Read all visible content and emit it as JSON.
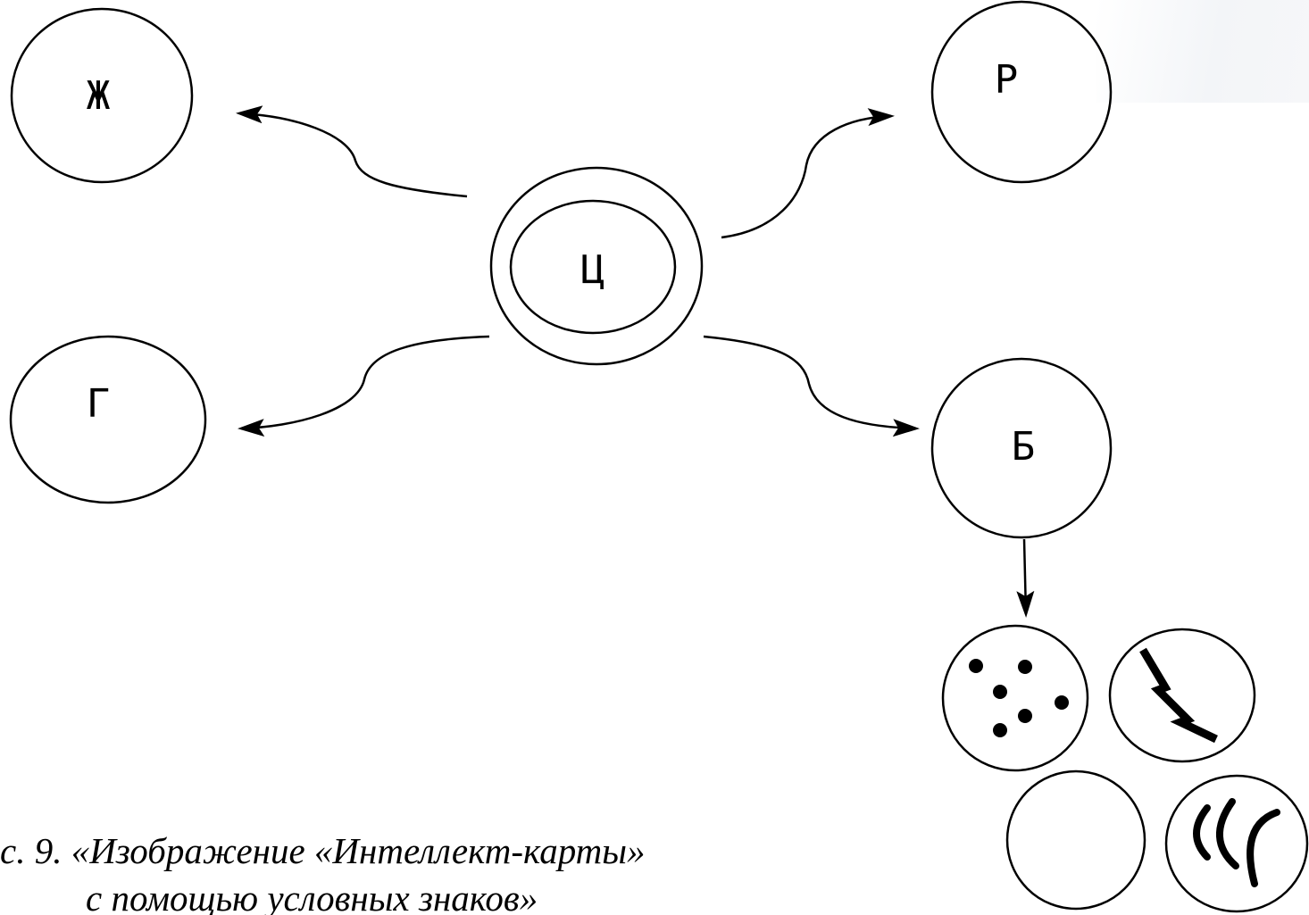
{
  "diagram": {
    "center_label": "Ц",
    "nodes": [
      {
        "id": "zh",
        "label": "Ж"
      },
      {
        "id": "r",
        "label": "Р"
      },
      {
        "id": "g",
        "label": "Г"
      },
      {
        "id": "b",
        "label": "Б"
      }
    ],
    "symbols": [
      {
        "id": "dots",
        "icon": "dots-icon"
      },
      {
        "id": "lightning",
        "icon": "lightning-icon"
      },
      {
        "id": "empty",
        "icon": "empty-circle"
      },
      {
        "id": "arcs",
        "icon": "sound-waves-icon"
      }
    ]
  },
  "caption": {
    "line1": "с. 9. «Изображение «Интеллект-карты»",
    "line2": "с помощью условных знаков»"
  },
  "colors": {
    "stroke": "#000000",
    "background": "#ffffff"
  }
}
